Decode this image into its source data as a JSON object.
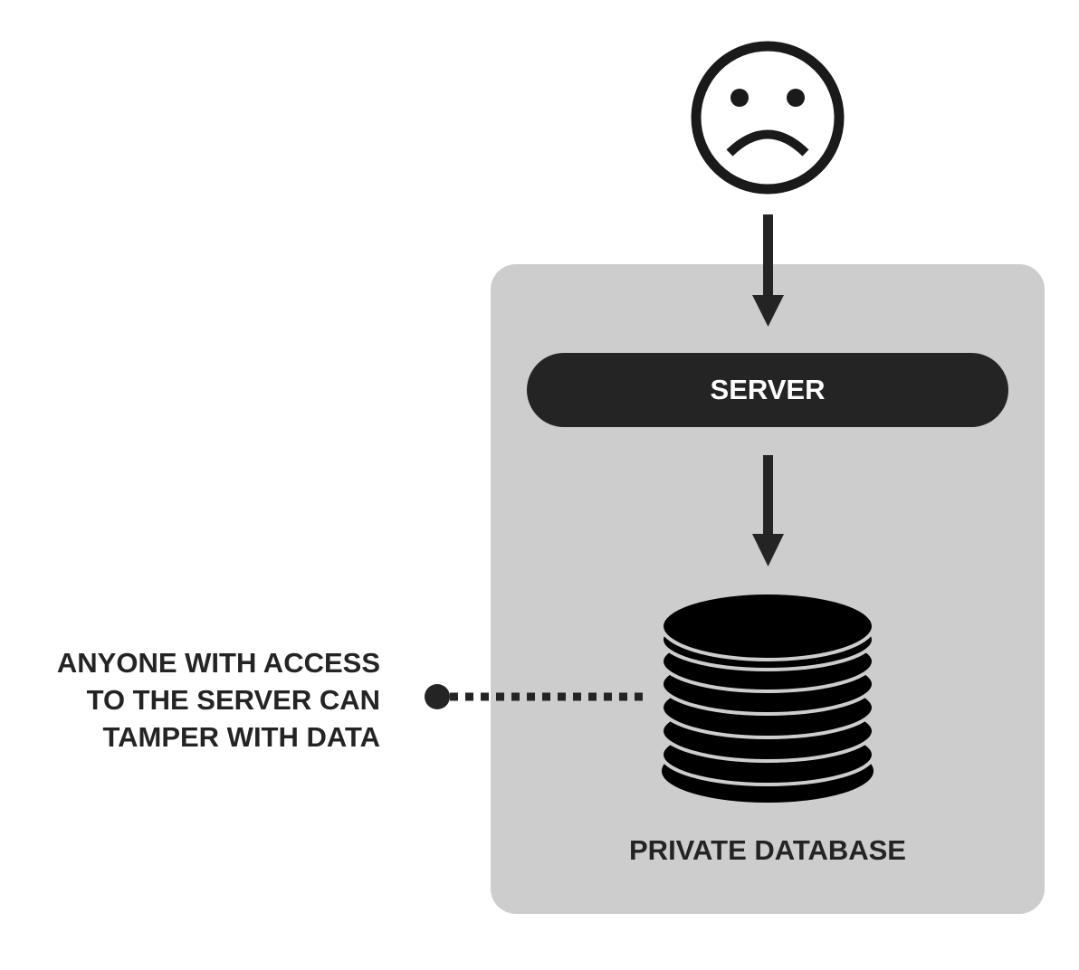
{
  "server": {
    "label": "SERVER"
  },
  "database": {
    "label": "PRIVATE DATABASE"
  },
  "annotation": {
    "lines": [
      "ANYONE WITH ACCESS",
      "TO THE SERVER CAN",
      "TAMPER WITH DATA"
    ]
  },
  "icons": {
    "user": "sad-face-icon",
    "database": "database-icon"
  },
  "colors": {
    "panel": "#cdcdcd",
    "dark": "#242424",
    "text_on_dark": "#ffffff"
  }
}
